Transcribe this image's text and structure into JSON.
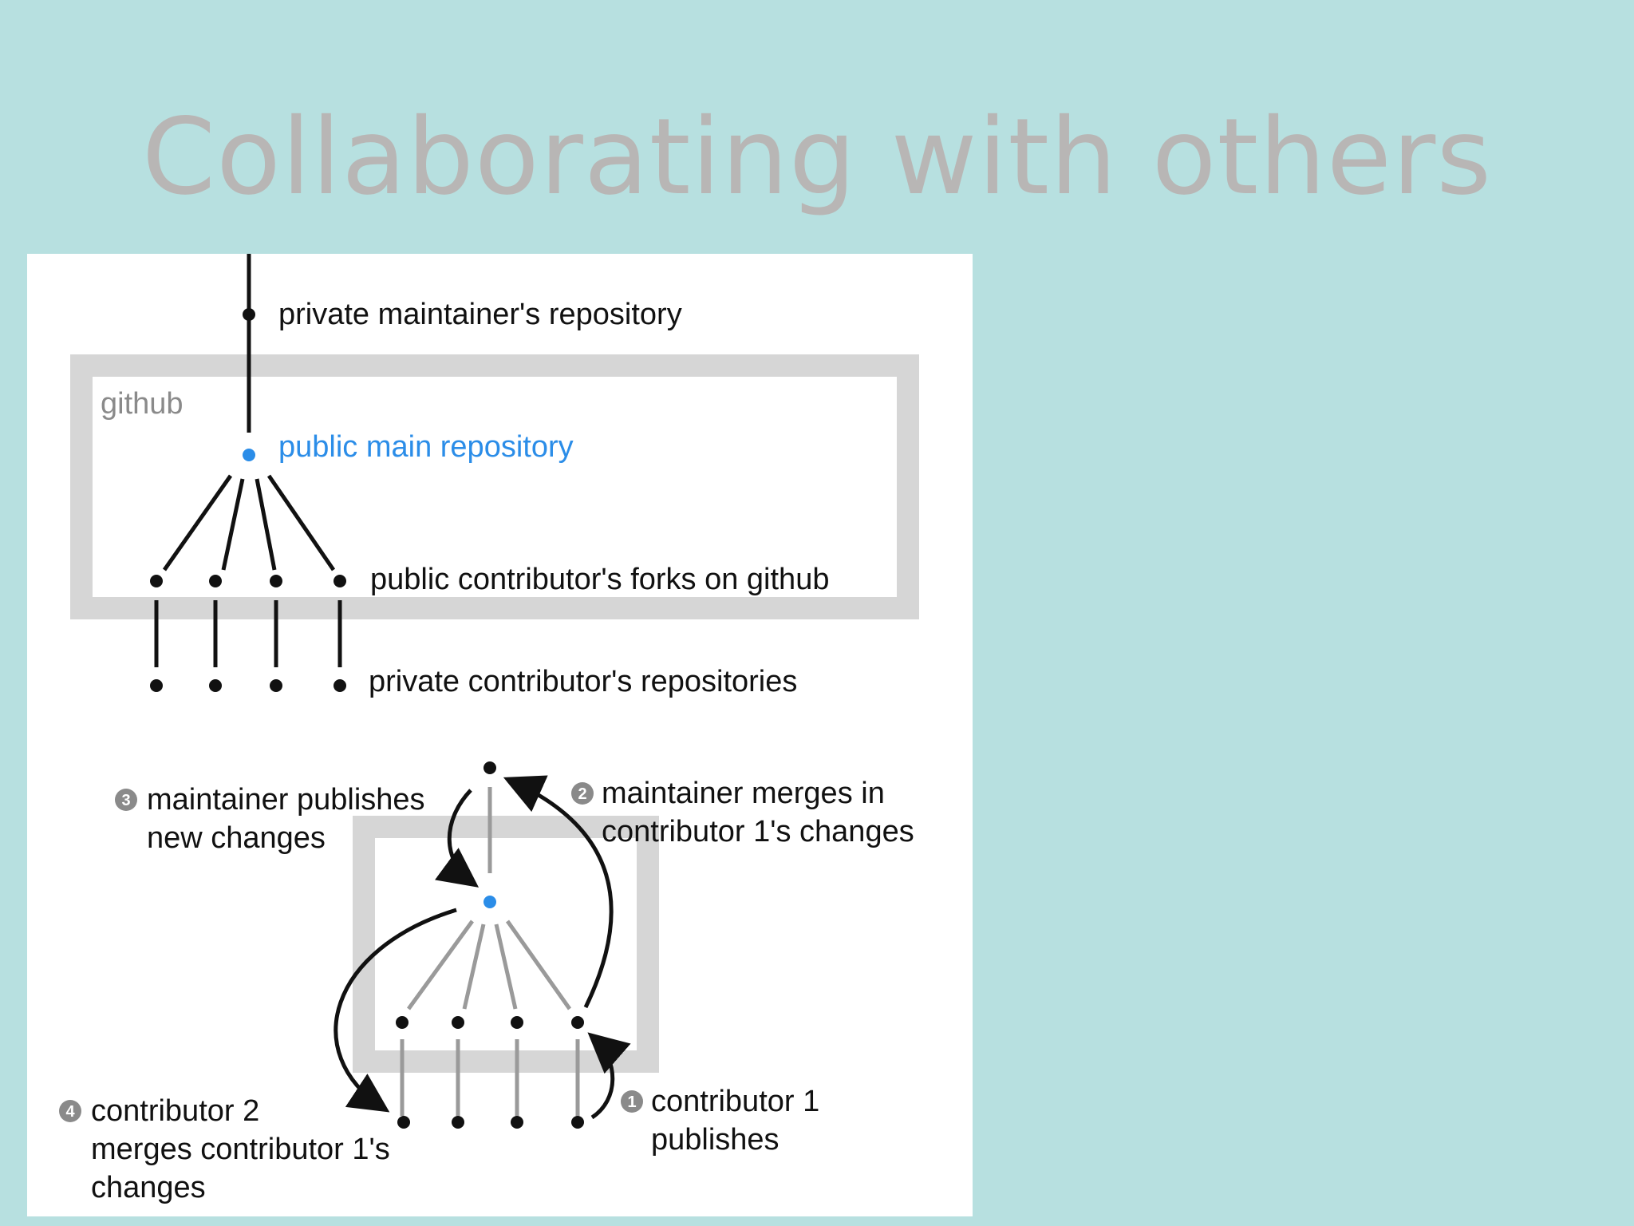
{
  "slide": {
    "title": "Collaborating with others"
  },
  "top_diagram": {
    "private_maintainer_label": "private maintainer's repository",
    "github_label": "github",
    "public_main_label": "public main repository",
    "public_forks_label": "public contributor's forks on github",
    "private_contributors_label": "private contributor's repositories"
  },
  "bottom_diagram": {
    "step3_number": "3",
    "step3_line1": "maintainer publishes",
    "step3_line2": "new changes",
    "step2_number": "2",
    "step2_line1": "maintainer merges in",
    "step2_line2": "contributor 1's changes",
    "step1_number": "1",
    "step1_line1": "contributor 1",
    "step1_line2": "publishes",
    "step4_number": "4",
    "step4_line1": "contributor 2",
    "step4_line2": "merges contributor 1's",
    "step4_line3": "changes"
  },
  "colors": {
    "background": "#b7e0e0",
    "title": "#b8b6b5",
    "github_box": "#d6d6d6",
    "public_main_dot": "#2b8de8"
  }
}
